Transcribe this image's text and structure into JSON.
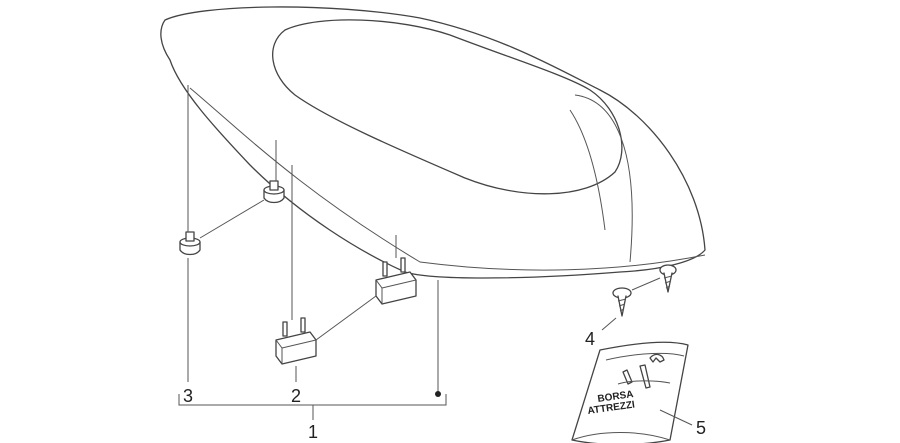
{
  "callouts": {
    "c1": "1",
    "c2": "2",
    "c3": "3",
    "c4": "4",
    "c5": "5"
  },
  "bag_label": {
    "line1": "BORSA",
    "line2": "ATTREZZI"
  },
  "colors": {
    "stroke": "#444444",
    "background": "#ffffff"
  }
}
